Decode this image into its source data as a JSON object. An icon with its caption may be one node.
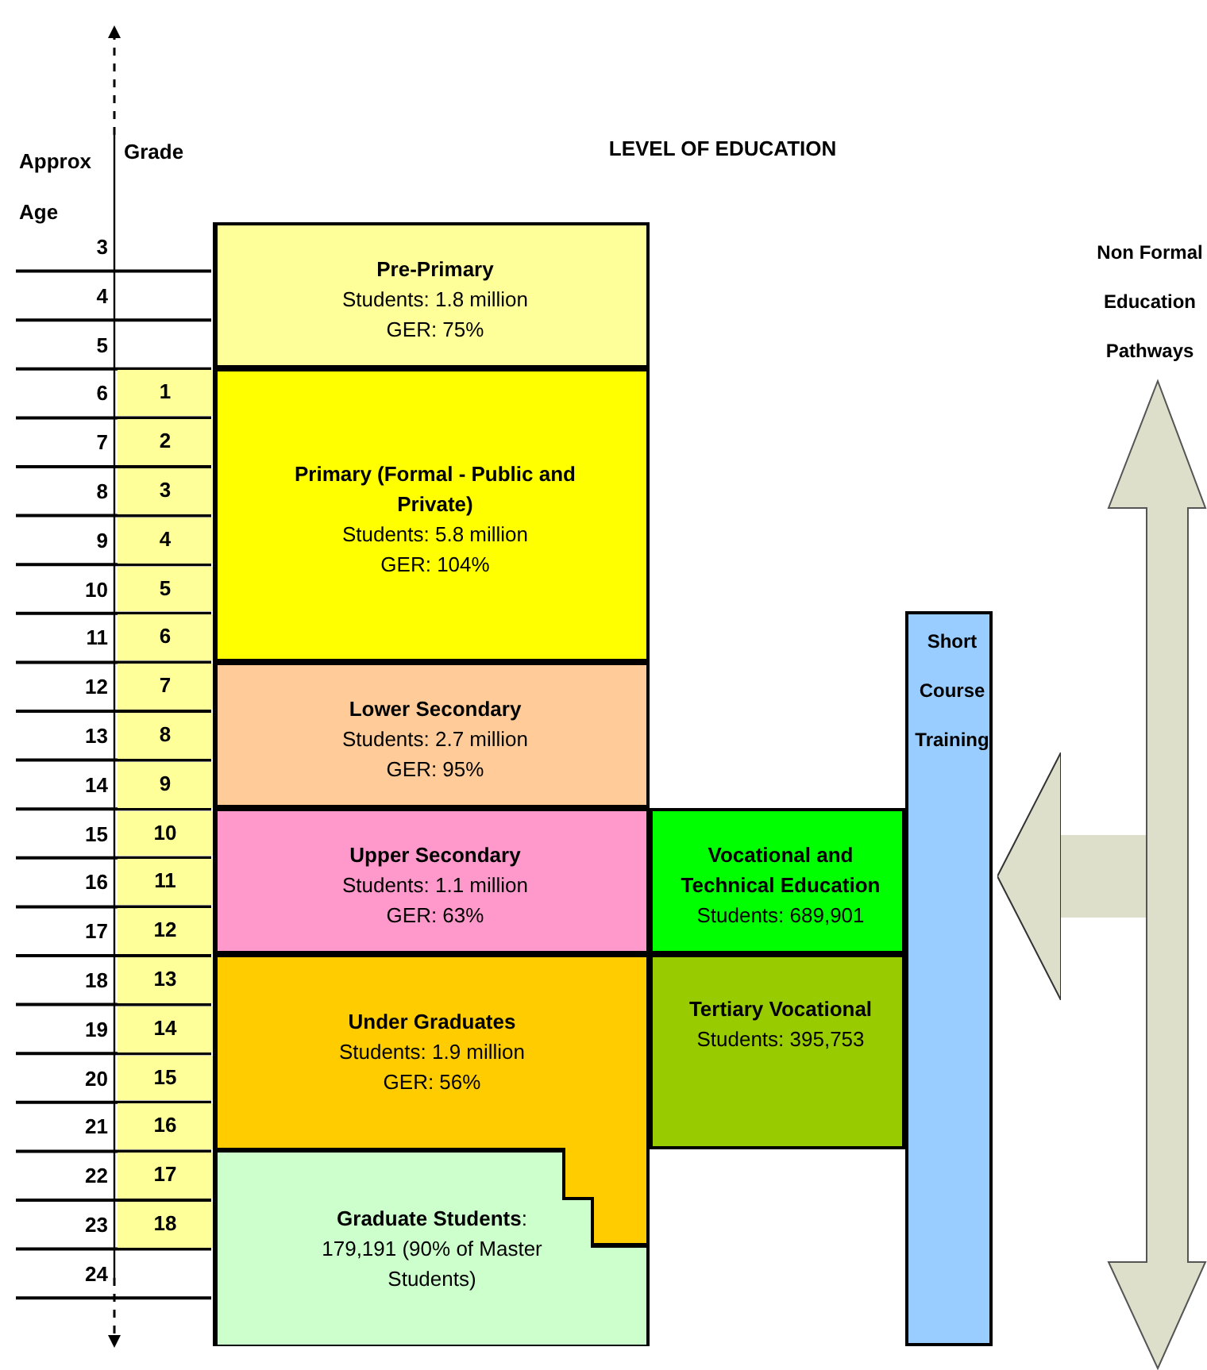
{
  "diagram": {
    "nodes": [
      {
        "text": [
          "Pre-Primary",
          "Students: 1.8 million",
          "GER: 75%"
        ]
      },
      {
        "text": [
          "Primary (Formal - Public and Private)",
          "Students: 5.8 million",
          "GER: 104%"
        ]
      },
      {
        "text": [
          "Lower Secondary",
          "Students: 2.7 million",
          "GER: 95%"
        ]
      },
      {
        "text": [
          "Upper Secondary",
          "Students: 1.1 million",
          "GER: 63%"
        ]
      },
      {
        "text": [
          "Under Graduates",
          "Students: 1.9 million",
          "GER: 56%"
        ]
      },
      {
        "text": [
          "**Graduate Students**:",
          "179,191 (90% of Master Students)"
        ]
      },
      {
        "text": [
          "Vocational and Technical Education",
          "Students: 689,901"
        ]
      },
      {
        "text": [
          "Tertiary Vocational",
          "Students: 395,753"
        ]
      },
      {
        "text": [
          "Short Course Training"
        ]
      },
      {
        "text": [
          "Non Formal Education Pathways"
        ]
      }
    ],
    "edges": [
      {
        "from": 9,
        "to": 8,
        "arrow": "to"
      }
    ],
    "labels": [
      "Approx Age",
      "Grade",
      "LEVEL OF EDUCATION",
      "3",
      "4",
      "5",
      "6",
      "1",
      "7",
      "2",
      "8",
      "3",
      "9",
      "4",
      "10",
      "5",
      "11",
      "6",
      "12",
      "7",
      "13",
      "8",
      "14",
      "9",
      "15",
      "10",
      "16",
      "11",
      "17",
      "12",
      "18",
      "13",
      "19",
      "14",
      "20",
      "15",
      "21",
      "16",
      "22",
      "17",
      "23",
      "18",
      "24"
    ]
  }
}
